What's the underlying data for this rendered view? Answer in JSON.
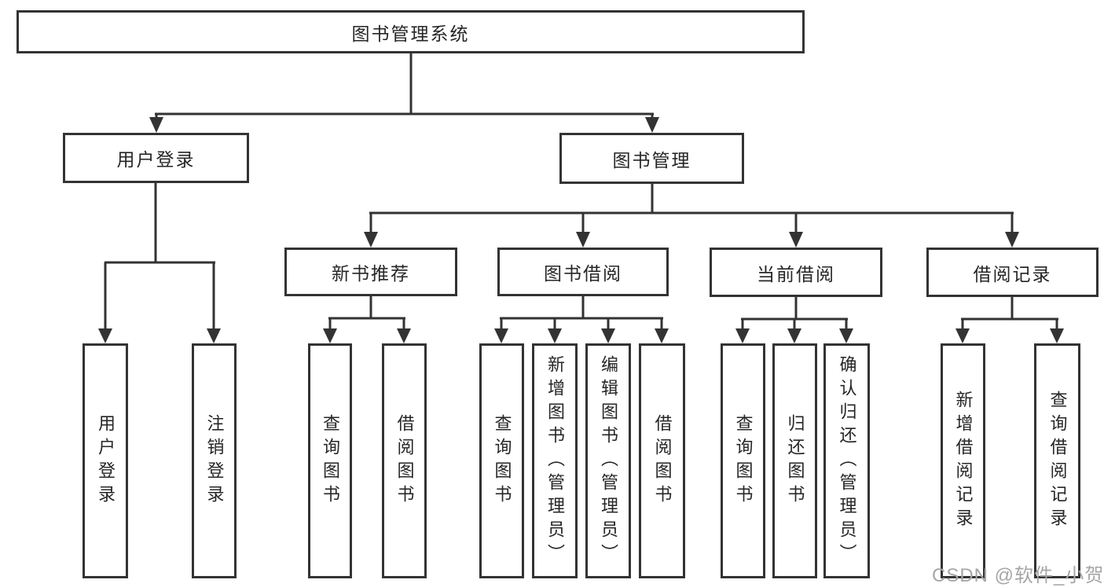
{
  "colors": {
    "line": "#333333",
    "text": "#262626",
    "watermark": "#a6a6a6",
    "background": "#ffffff"
  },
  "watermark": "CSDN @软件_小贺同学",
  "tree": {
    "root": {
      "label": "图书管理系统"
    },
    "branches": [
      {
        "label": "用户登录",
        "children": [
          {
            "label": "用户登录"
          },
          {
            "label": "注销登录"
          }
        ]
      },
      {
        "label": "图书管理",
        "children": [
          {
            "label": "新书推荐",
            "children": [
              {
                "label": "查询图书"
              },
              {
                "label": "借阅图书"
              }
            ]
          },
          {
            "label": "图书借阅",
            "children": [
              {
                "label": "查询图书"
              },
              {
                "label": "新增图书（管理员）"
              },
              {
                "label": "编辑图书（管理员）"
              },
              {
                "label": "借阅图书"
              }
            ]
          },
          {
            "label": "当前借阅",
            "children": [
              {
                "label": "查询图书"
              },
              {
                "label": "归还图书"
              },
              {
                "label": "确认归还（管理员）"
              }
            ]
          },
          {
            "label": "借阅记录",
            "children": [
              {
                "label": "新增借阅记录"
              },
              {
                "label": "查询借阅记录"
              }
            ]
          }
        ]
      }
    ]
  }
}
